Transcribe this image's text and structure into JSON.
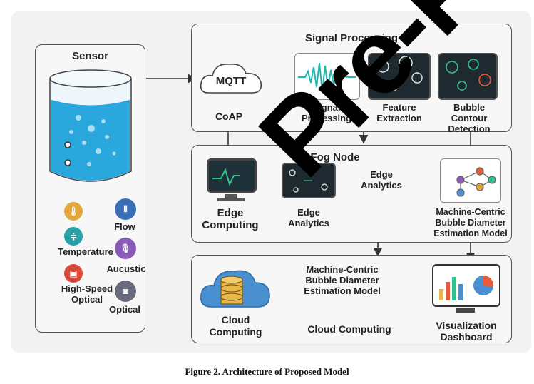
{
  "sensor": {
    "title": "Sensor",
    "labels": {
      "flow": "Flow",
      "temperature": "Temperature",
      "acoustic": "Aucustic",
      "high_speed": "High-Speed\nOptical",
      "optical": "Optical"
    }
  },
  "signal_processing": {
    "title": "Signal Processing",
    "mqtt": "MQTT",
    "coap": "CoAP",
    "signal_label": "Signal\nProcessing",
    "feature_label": "Feature\nExtraction",
    "bubble_label": "Bubble\nContour\nDetection"
  },
  "fog_node": {
    "title": "Fog Node",
    "edge_analytics_text": "Edge\nAnalytics",
    "edge_analytics_label": "Edge\nAnalytics",
    "edge_computing_label": "Edge\nComputing",
    "model_label": "Machine-Centric\nBubble Diameter\nEstimation Model"
  },
  "cloud": {
    "cloud_computing_label": "Cloud\nComputing",
    "model_text": "Machine-Centric\nBubble Diameter\nEstimation Model",
    "cloud_computing_text": "Cloud Computing",
    "dashboard_label": "Visualization\nDashboard"
  },
  "caption": "Figure 2. Architecture of Proposed Model",
  "watermark": "Pre-Proof",
  "colors": {
    "water": "#2aa7dd",
    "signal_wave": "#1fb5b0",
    "thermo": "#e2a63a",
    "flow": "#3a6fb5",
    "temp2": "#2aa0a8",
    "acoustic": "#8a5ab8",
    "high_speed": "#d94a38",
    "optical": "#6b6b80",
    "cloud": "#4a8fd0",
    "database": "#e8b84a"
  }
}
